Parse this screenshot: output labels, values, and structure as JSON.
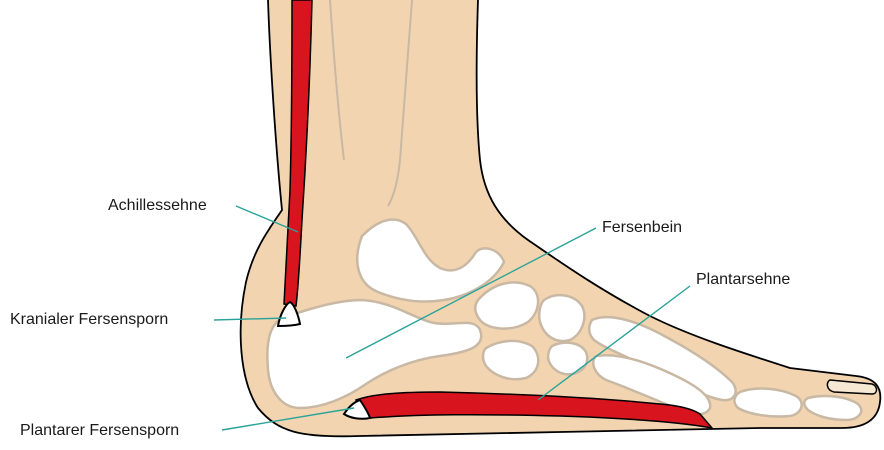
{
  "diagram": {
    "labels": {
      "achilles": "Achillessehne",
      "kranial": "Kranialer Fersensporn",
      "calcaneus": "Fersenbein",
      "plantarsehne": "Plantarsehne",
      "plantar": "Plantarer Fersensporn"
    },
    "colors": {
      "skin": "#f2d5b0",
      "bone": "#ffffff",
      "bone_outline": "#c8b8a4",
      "tendon": "#d8141e",
      "leader": "#2aa39a",
      "outline": "#000000"
    }
  }
}
